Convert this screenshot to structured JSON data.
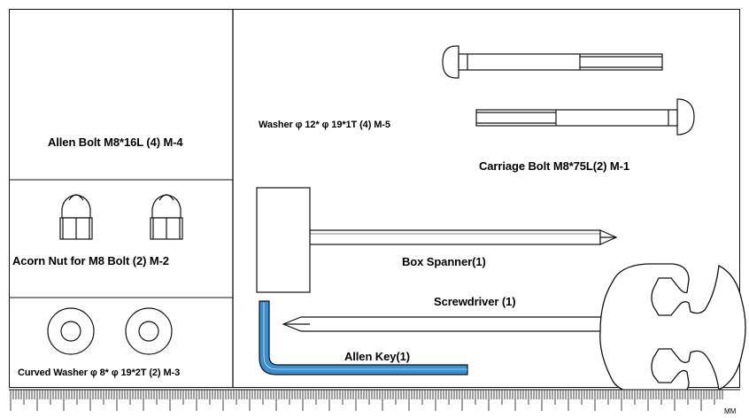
{
  "parts": {
    "allen_bolt": {
      "label": "Allen Bolt  M8*16L (4) M-4"
    },
    "acorn_nut": {
      "label": "Acorn  Nut  for M8 Bolt (2)  M-2"
    },
    "curved_washer": {
      "label": "Curved Washer φ 8* φ 19*2T  (2) M-3"
    },
    "washer": {
      "label": "Washer φ 12* φ 19*1T  (4) M-5"
    },
    "carriage_bolt": {
      "label": "Carriage Bolt  M8*75L(2) M-1"
    },
    "box_spanner": {
      "label": "Box Spanner(1)"
    },
    "screwdriver": {
      "label": "Screwdriver (1)"
    },
    "allen_key": {
      "label": "Allen Key(1)"
    }
  },
  "ruler": {
    "unit_label": "MM"
  },
  "colors": {
    "line": "#111111",
    "allen_key": "#3a8fd0"
  }
}
